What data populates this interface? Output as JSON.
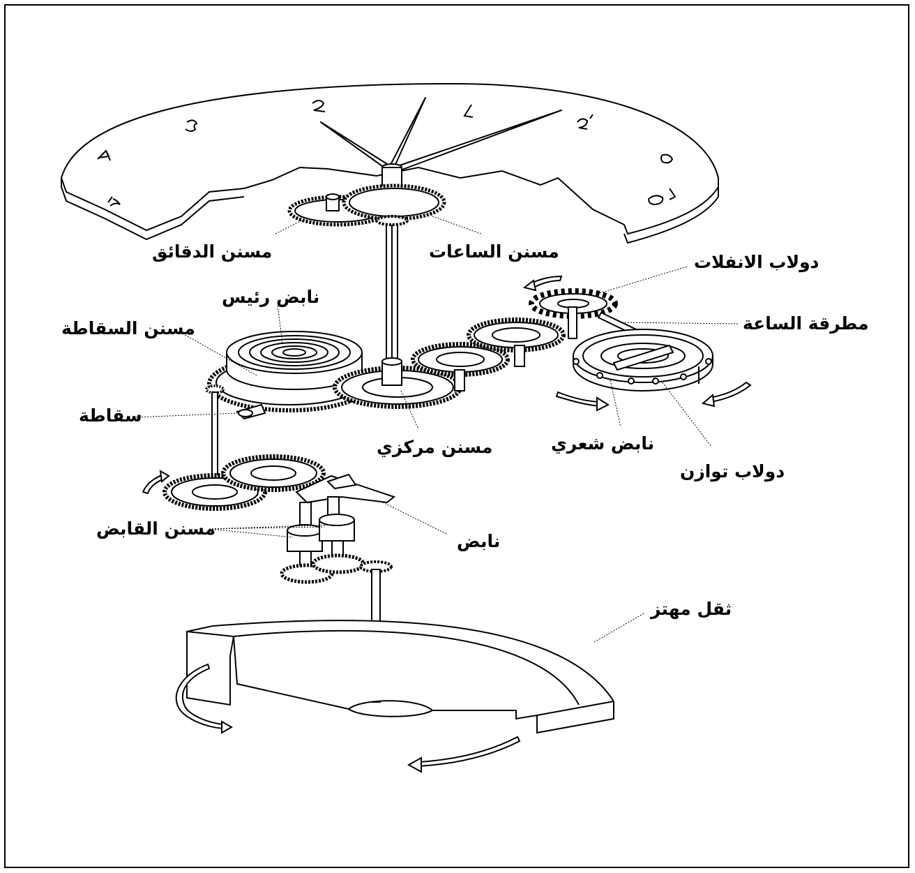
{
  "labels": {
    "minute_wheel": "مسنن الدقائق",
    "hour_wheel": "مسنن الساعات",
    "escape_wheel": "دولاب الانفلات",
    "mainspring": "نابض رئيس",
    "pallet_fork": "مطرقة الساعة",
    "ratchet_wheel": "مسنن السقاطة",
    "click": "سقاطة",
    "center_wheel": "مسنن مركزي",
    "hairspring": "نابض شعري",
    "balance_wheel": "دولاب توازن",
    "clutch_wheel": "مسنن القابض",
    "spring": "نابض",
    "oscillating_weight": "ثقل مهتز"
  },
  "dial_numerals": [
    "5",
    "4",
    "3",
    "2",
    "1",
    "12",
    "11",
    "10"
  ]
}
